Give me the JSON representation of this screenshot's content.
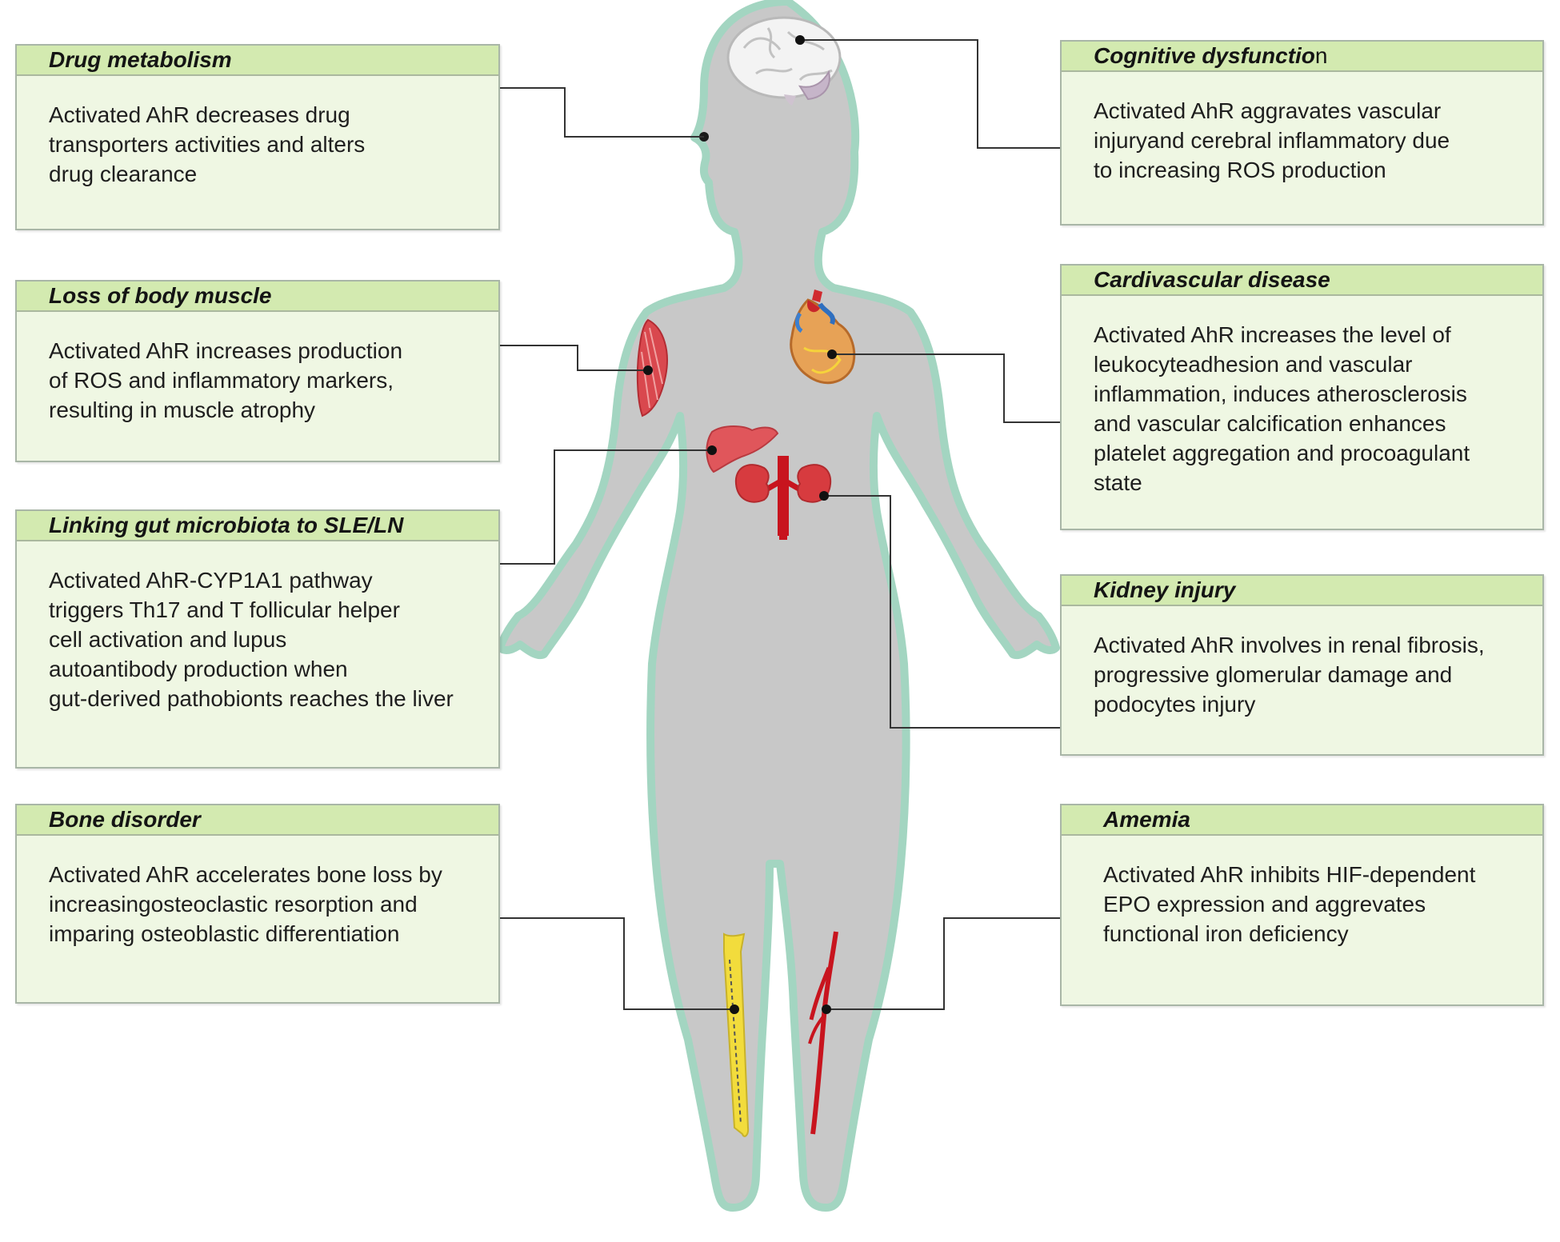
{
  "boxes": [
    {
      "id": "drug",
      "title": "Drug metabolism",
      "title_tail": "",
      "text": "Activated AhR decreases drug\ntransporters activities and alters\ndrug clearance"
    },
    {
      "id": "muscle",
      "title": "Loss of body muscle",
      "title_tail": "",
      "text": "Activated AhR increases production\nof ROS and inflammatory markers,\nresulting in muscle atrophy"
    },
    {
      "id": "gut",
      "title": "Linking gut microbiota to SLE/LN",
      "title_tail": "",
      "text": "Activated AhR-CYP1A1 pathway\ntriggers Th17 and T follicular helper\ncell activation and lupus\nautoantibody production when\ngut-derived pathobionts reaches the liver"
    },
    {
      "id": "bone",
      "title": "Bone disorder",
      "title_tail": "",
      "text": "Activated AhR accelerates bone loss by\nincreasingosteoclastic resorption and\nimparing osteoblastic differentiation"
    },
    {
      "id": "cognitive",
      "title": "Cognitive dysfunctio",
      "title_tail": "n",
      "text": "Activated AhR aggravates vascular\ninjuryand cerebral inflammatory due\nto increasing ROS production"
    },
    {
      "id": "cardio",
      "title": "Cardivascular disease",
      "title_tail": "",
      "text": "Activated AhR increases the level of\nleukocyteadhesion and vascular\ninflammation, induces atherosclerosis\nand vascular calcification enhances\nplatelet aggregation and procoagulant\nstate"
    },
    {
      "id": "kidney",
      "title": "Kidney injury",
      "title_tail": "",
      "text": "Activated AhR involves in renal fibrosis,\nprogressive glomerular damage and\npodocytes injury"
    },
    {
      "id": "anemia",
      "title": "Amemia",
      "title_tail": "",
      "text": "Activated AhR inhibits HIF-dependent\nEPO expression and aggrevates\nfunctional iron deficiency"
    }
  ],
  "organs": [
    "brain-icon",
    "mouth-icon",
    "muscle-icon",
    "heart-icon",
    "liver-icon",
    "kidneys-icon",
    "bone-icon",
    "blood-vessel-icon"
  ],
  "colors": {
    "body_fill": "#c8c8c8",
    "body_outline": "#a3d5c1",
    "card_fill": "#eff7e3",
    "card_header": "#d3eab0",
    "connector": "#333333",
    "organ_red": "#d8343a",
    "bone_yellow": "#f2dc3c",
    "vessel_red": "#c8141e"
  }
}
